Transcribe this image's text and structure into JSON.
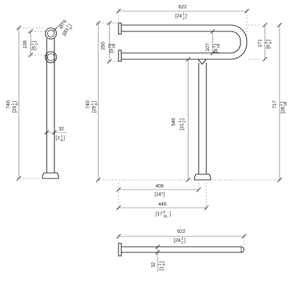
{
  "views": {
    "side": {
      "dims": {
        "overall_height": {
          "mm": "740",
          "in_whole": "29",
          "in_num": "1",
          "in_den": "8"
        },
        "rail_spacing": {
          "mm": "139",
          "in_whole": "5",
          "in_num": "1",
          "in_den": "2"
        },
        "rail_diameter": {
          "mm": "Ø79",
          "in_whole": "Ø3",
          "in_num": "1",
          "in_den": "8"
        },
        "tube_diameter": {
          "mm": "32",
          "in_whole": "1",
          "in_num": "1",
          "in_den": "4"
        }
      }
    },
    "front": {
      "dims": {
        "overall_width": {
          "mm": "622",
          "in_whole": "24",
          "in_num": "1",
          "in_den": "2"
        },
        "overall_height": {
          "mm": "740",
          "in_whole": "29",
          "in_num": "1",
          "in_den": "8"
        },
        "bracket_span": {
          "mm": "250",
          "in_whole": "9",
          "in_num": "13",
          "in_den": "16"
        },
        "inner_gap": {
          "mm": "107",
          "in_whole": "4",
          "in_num": "3",
          "in_den": "16"
        },
        "bend_offset": {
          "mm": "171",
          "in_whole": "6",
          "in_num": "3",
          "in_den": "4"
        },
        "leg_height": {
          "mm": "546",
          "in_whole": "21",
          "in_num": "1",
          "in_den": "2"
        },
        "rail_height": {
          "mm": "717",
          "in_whole": "28",
          "in_num": "1",
          "in_den": "16"
        },
        "leg_inner": {
          "mm": "406",
          "in_whole": "16",
          "in_num": "",
          "in_den": ""
        },
        "leg_outer": {
          "mm": "446",
          "in_whole": "17",
          "in_num": "9",
          "in_den": "16"
        }
      }
    },
    "top": {
      "dims": {
        "overall_width": {
          "mm": "622",
          "in_whole": "24",
          "in_num": "1",
          "in_den": "2"
        },
        "tube_diameter": {
          "mm": "32",
          "in_whole": "1",
          "in_num": "1",
          "in_den": "4"
        }
      }
    }
  }
}
